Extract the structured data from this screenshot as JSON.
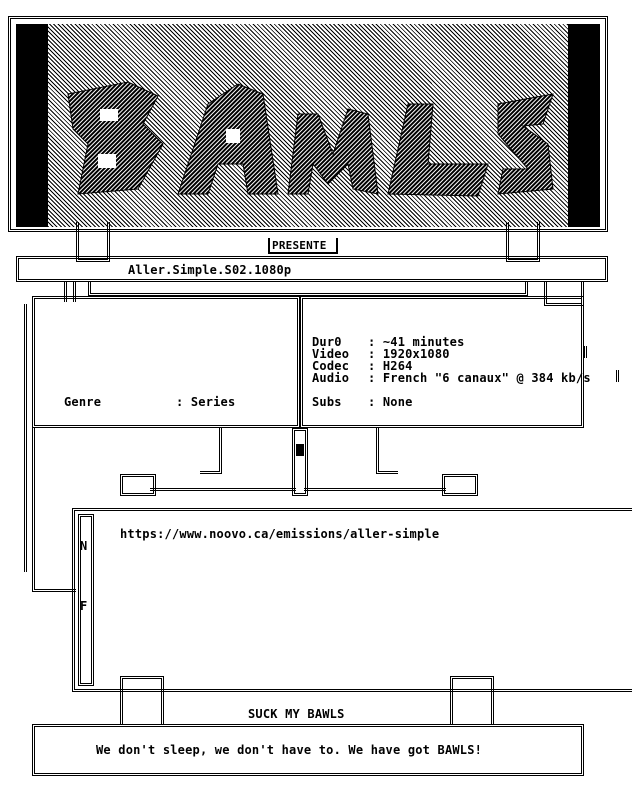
{
  "header": {
    "logo_text": "BAWLS",
    "presents": "PRESENTE",
    "release_name": "Aller.Simple.S02.1080p"
  },
  "info": {
    "genre_label": "Genre",
    "genre_value": ": Series",
    "duration_label": "Dur0",
    "duration_value": ": ~41 minutes",
    "video_label": "Video",
    "video_value": ": 1920x1080",
    "codec_label": "Codec",
    "codec_value": ": H264",
    "audio_label": "Audio",
    "audio_value": ": French \"6 canaux\" @ 384 kb/s",
    "subs_label": "Subs",
    "subs_value": ": None"
  },
  "nfo": {
    "side_letter_top": "N",
    "side_letter_bottom": "F",
    "url": "https://www.noovo.ca/emissions/aller-simple"
  },
  "footer": {
    "title": "SUCK MY BAWLS",
    "slogan": "We don't sleep, we don't have to. We have got BAWLS!"
  }
}
